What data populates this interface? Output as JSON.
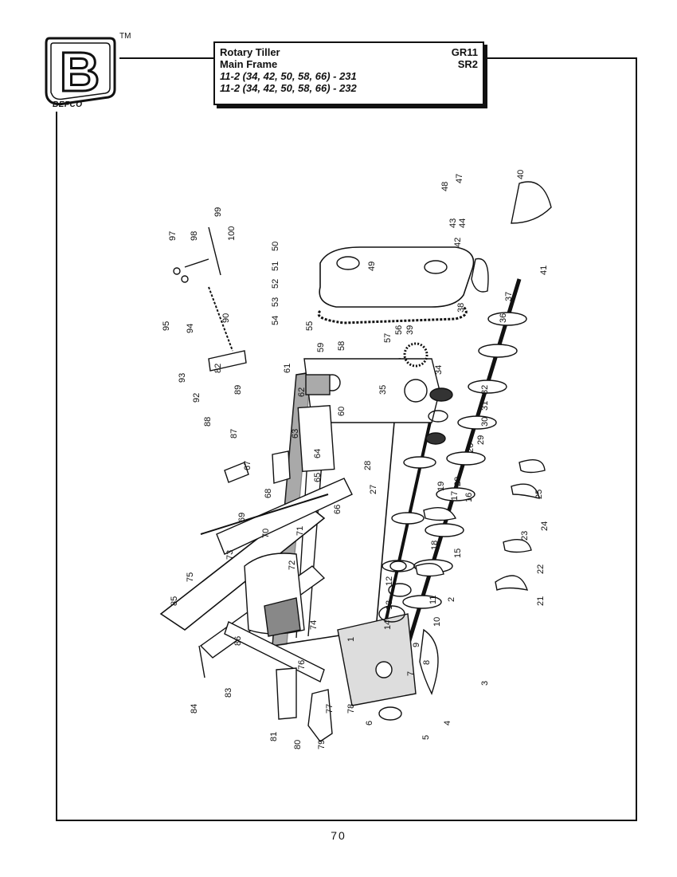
{
  "logo": {
    "mark": "B",
    "brand": "BEFCO",
    "tm": "TM"
  },
  "title": {
    "line1": "Rotary Tiller",
    "line1_right": "GR11",
    "line2": "Main Frame",
    "line2_right": "SR2",
    "line3": "11-2 (34, 42, 50, 58, 66) - 231",
    "line4": "11-2 (34, 42, 50, 58, 66) - 232"
  },
  "page_number": "70",
  "part_labels": [
    "1",
    "2",
    "3",
    "4",
    "5",
    "6",
    "7",
    "8",
    "9",
    "10",
    "11",
    "12",
    "13",
    "14",
    "15",
    "16",
    "17",
    "18",
    "19",
    "20",
    "21",
    "22",
    "23",
    "24",
    "25",
    "26",
    "27",
    "28",
    "29",
    "30",
    "31",
    "32",
    "34",
    "35",
    "36",
    "37",
    "38",
    "39",
    "40",
    "41",
    "42",
    "43",
    "44",
    "47",
    "48",
    "49",
    "50",
    "51",
    "52",
    "53",
    "54",
    "55",
    "56",
    "57",
    "58",
    "59",
    "60",
    "61",
    "62",
    "63",
    "64",
    "65",
    "66",
    "67",
    "68",
    "69",
    "70",
    "71",
    "72",
    "73",
    "74",
    "75",
    "76",
    "77",
    "78",
    "79",
    "80",
    "81",
    "82",
    "83",
    "84",
    "85",
    "86",
    "87",
    "88",
    "89",
    "90",
    "92",
    "93",
    "94",
    "95",
    "97",
    "98",
    "99",
    "100"
  ]
}
